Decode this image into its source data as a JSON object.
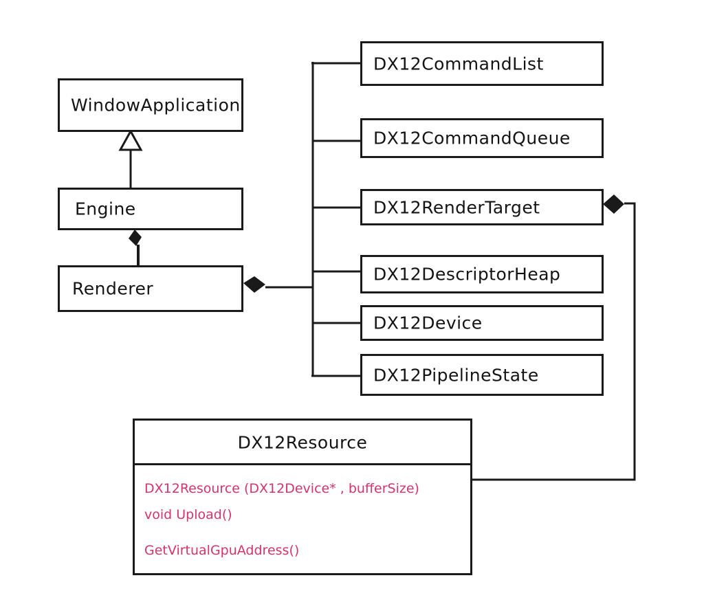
{
  "diagram": {
    "type": "UML class diagram",
    "line_color": "#1a1a1a",
    "method_color": "#d6336c",
    "classes": {
      "window_application": {
        "name": "WindowApplication"
      },
      "engine": {
        "name": "Engine"
      },
      "renderer": {
        "name": "Renderer"
      },
      "command_list": {
        "name": "DX12CommandList"
      },
      "command_queue": {
        "name": "DX12CommandQueue"
      },
      "render_target": {
        "name": "DX12RenderTarget"
      },
      "descriptor_heap": {
        "name": "DX12DescriptorHeap"
      },
      "device": {
        "name": "DX12Device"
      },
      "pipeline_state": {
        "name": "DX12PipelineState"
      },
      "resource": {
        "name": "DX12Resource",
        "methods": [
          "DX12Resource (DX12Device* , bufferSize)",
          "void Upload()",
          "GetVirtualGpuAddress()"
        ]
      }
    },
    "relationships": [
      {
        "from": "Engine",
        "to": "WindowApplication",
        "kind": "inheritance"
      },
      {
        "from": "Renderer",
        "to": "Engine",
        "kind": "composition"
      },
      {
        "from": "DX12CommandList",
        "to": "Renderer",
        "kind": "composition"
      },
      {
        "from": "DX12CommandQueue",
        "to": "Renderer",
        "kind": "composition"
      },
      {
        "from": "DX12RenderTarget",
        "to": "Renderer",
        "kind": "composition"
      },
      {
        "from": "DX12DescriptorHeap",
        "to": "Renderer",
        "kind": "composition"
      },
      {
        "from": "DX12Device",
        "to": "Renderer",
        "kind": "composition"
      },
      {
        "from": "DX12PipelineState",
        "to": "Renderer",
        "kind": "composition"
      },
      {
        "from": "DX12Resource",
        "to": "DX12RenderTarget",
        "kind": "composition"
      }
    ]
  }
}
